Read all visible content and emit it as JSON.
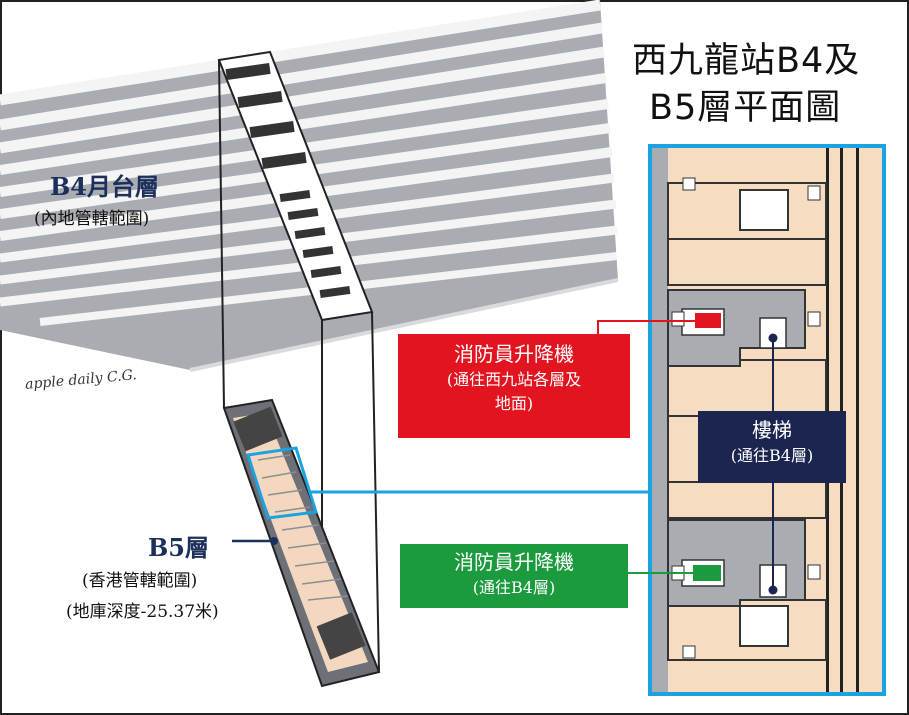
{
  "title": {
    "line1": "西九龍站B4及",
    "line2": "B5層平面圖"
  },
  "b4": {
    "name": "B4月台層",
    "note": "(內地管轄範圍)"
  },
  "b5": {
    "name": "B5層",
    "note1": "(香港管轄範圍)",
    "note2": "(地庫深度-25.37米)"
  },
  "signature": "apple daily C.G.",
  "callouts": {
    "fire_lift_all": {
      "line1": "消防員升降機",
      "line2": "(通往西九站各層及",
      "line3": "地面)",
      "color": "#e2141f"
    },
    "stairs": {
      "line1": "樓梯",
      "line2": "(通往B4層)",
      "color": "#1b2550"
    },
    "fire_lift_b4": {
      "line1": "消防員升降機",
      "line2": "(通往B4層)",
      "color": "#1b9a3e"
    }
  },
  "colors": {
    "frame": "#222222",
    "highlight": "#1aa3e0",
    "floor": "#f6dcc0",
    "wall": "#a9adb2"
  }
}
